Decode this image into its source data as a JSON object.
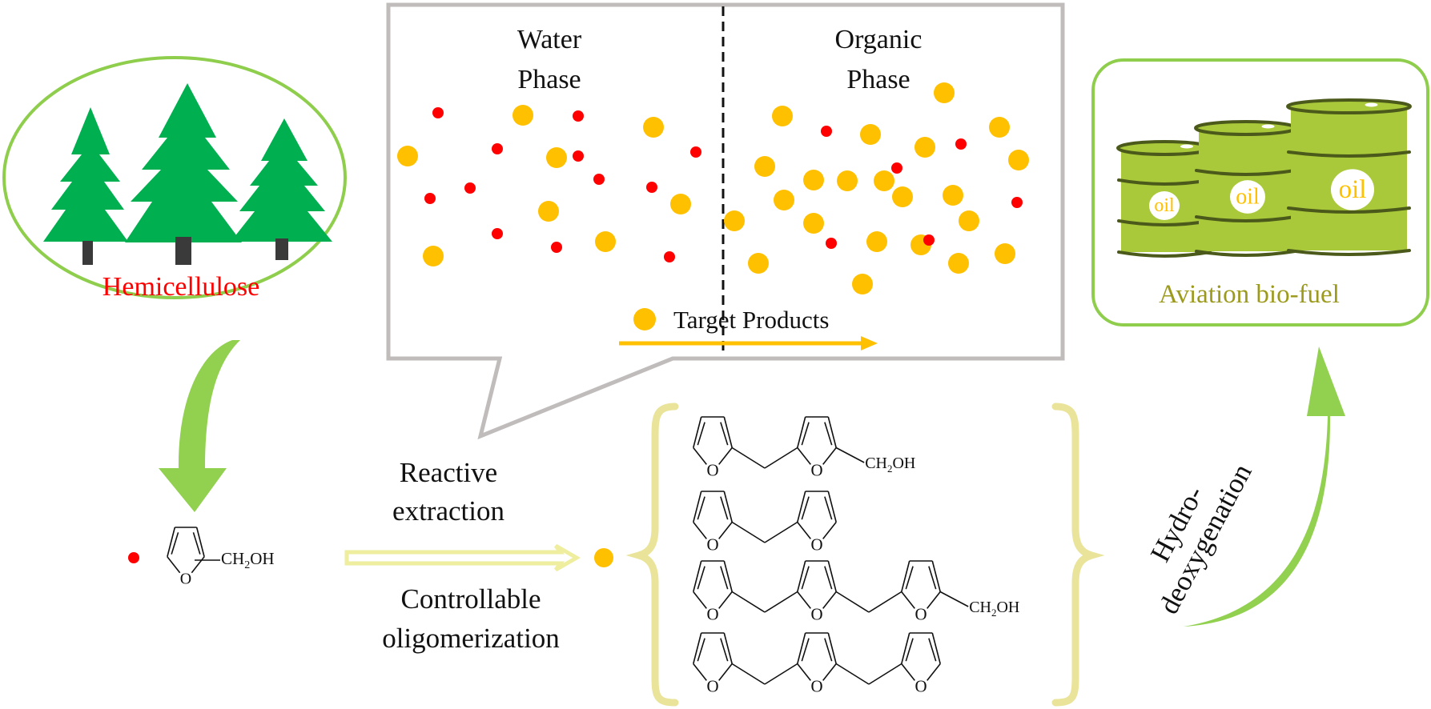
{
  "feedstock": {
    "label": "Hemicellulose",
    "label_color": "#ff0000",
    "frame_color": "#8fce4c",
    "tree_color": "#00b050",
    "trunk_color": "#3a3a3a"
  },
  "phase_box": {
    "water_title_line1": "Water",
    "water_title_line2": "Phase",
    "organic_title_line1": "Organic",
    "organic_title_line2": "Phase",
    "legend_label": "Target Products",
    "border_color": "#bfbcbb",
    "target_color": "#ffc000",
    "impurity_color": "#ff0000"
  },
  "reactant": {
    "substituent": "CH₂OH",
    "ring_atom": "O"
  },
  "process": {
    "label_top_line1": "Reactive",
    "label_top_line2": "extraction",
    "label_bottom_line1": "Controllable",
    "label_bottom_line2": "oligomerization",
    "arrow_color": "#eeee9e"
  },
  "oligomers": {
    "bracket_color": "#e9e49a",
    "items": [
      {
        "rings": 2,
        "substituent": "CH₂OH"
      },
      {
        "rings": 2,
        "substituent": ""
      },
      {
        "rings": 3,
        "substituent": "CH₂OH"
      },
      {
        "rings": 3,
        "substituent": ""
      }
    ],
    "ring_atom": "O"
  },
  "upgrade": {
    "label_line1": "Hydro-",
    "label_line2": "deoxygenation",
    "arrow_color": "#92d050"
  },
  "product": {
    "label": "Aviation bio-fuel",
    "label_color": "#9c9a1c",
    "frame_color": "#8fce4c",
    "barrel_color": "#a9c93a",
    "barrel_rim_color": "#4b5a1a",
    "barrel_tag": "oil",
    "barrel_tag_color": "#ffc000"
  }
}
